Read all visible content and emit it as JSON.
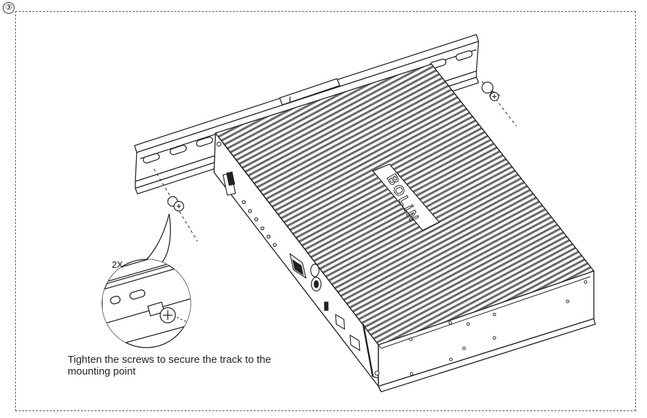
{
  "step_number": "③",
  "callout_multiplier": "2X",
  "instruction_text": "Tighten the screws to secure the track to the mounting point",
  "device_logo_text": "BOLiN",
  "colors": {
    "line": "#222222",
    "border_dash": "#555555",
    "background": "#ffffff",
    "hatch": "#6a6a6a"
  }
}
